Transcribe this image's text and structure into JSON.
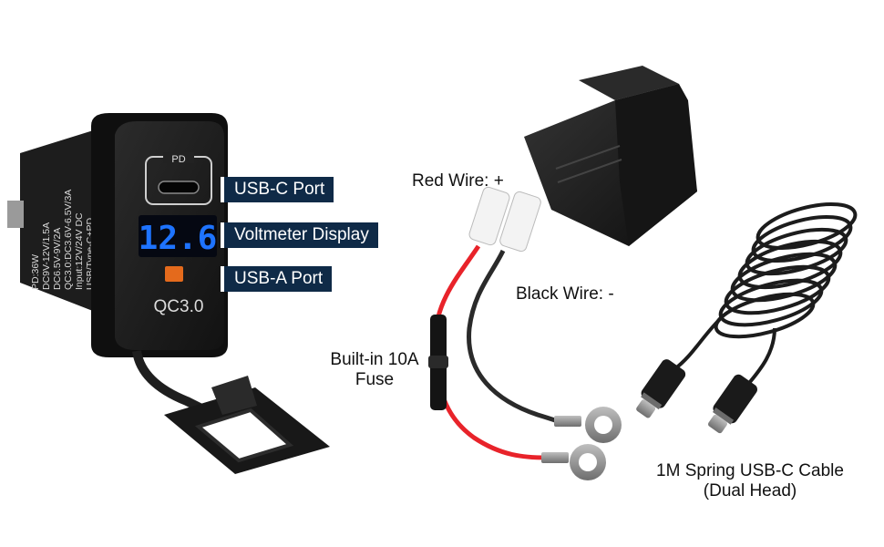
{
  "callouts": {
    "usb_c_port": "USB-C Port",
    "voltmeter_display": "Voltmeter Display",
    "usb_a_port": "USB-A Port"
  },
  "device": {
    "pd_label": "PD",
    "voltage_reading": "12.6",
    "qc_label": "QC3.0",
    "spec_lines": [
      "USB/Type-C+PD",
      "Input:12V/24V  DC",
      "QC3.0:DC3.6V-6.5V/3A",
      "DC6.5V-9V/2A",
      "DC9V-12V/1.5A",
      "PD:36W"
    ]
  },
  "labels": {
    "red_wire": "Red Wire: +",
    "black_wire": "Black Wire: -",
    "fuse_line1": "Built-in 10A",
    "fuse_line2": "Fuse",
    "cable_line1": "1M Spring USB-C Cable",
    "cable_line2": "(Dual Head)"
  },
  "colors": {
    "callout_bg": "#0f2a47",
    "display_blue": "#1e73ff",
    "usb_a_orange": "#e46a1c",
    "red_wire": "#e8232a",
    "black_wire": "#2a2a2a"
  }
}
